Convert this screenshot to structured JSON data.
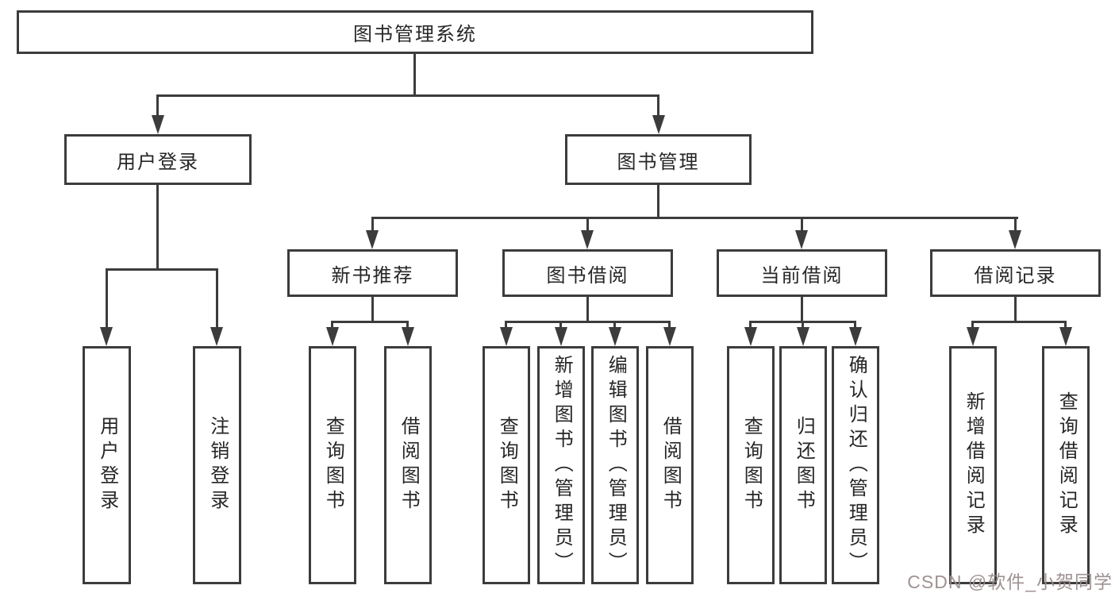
{
  "diagram": {
    "root": {
      "label": "图书管理系统"
    },
    "level2": [
      {
        "label": "用户登录"
      },
      {
        "label": "图书管理"
      }
    ],
    "level3": [
      {
        "label": "新书推荐"
      },
      {
        "label": "图书借阅"
      },
      {
        "label": "当前借阅"
      },
      {
        "label": "借阅记录"
      }
    ],
    "leaves": {
      "user_login_group": [
        "用户登录",
        "注销登录"
      ],
      "new_books_group": [
        "查询图书",
        "借阅图书"
      ],
      "book_borrow_group": [
        "查询图书",
        "新增图书（管理员）",
        "编辑图书（管理员）",
        "借阅图书"
      ],
      "current_borrow_group": [
        "查询图书",
        "归还图书",
        "确认归还（管理员）"
      ],
      "borrow_records_group": [
        "新增借阅记录",
        "查询借阅记录"
      ]
    }
  },
  "watermark": {
    "text": "CSDN @软件_小贺同学"
  },
  "colors": {
    "line": "#3c3c3c",
    "box_border": "#3c3c3c",
    "text": "#262626",
    "background": "#ffffff",
    "watermark": "#9a8c8c"
  }
}
